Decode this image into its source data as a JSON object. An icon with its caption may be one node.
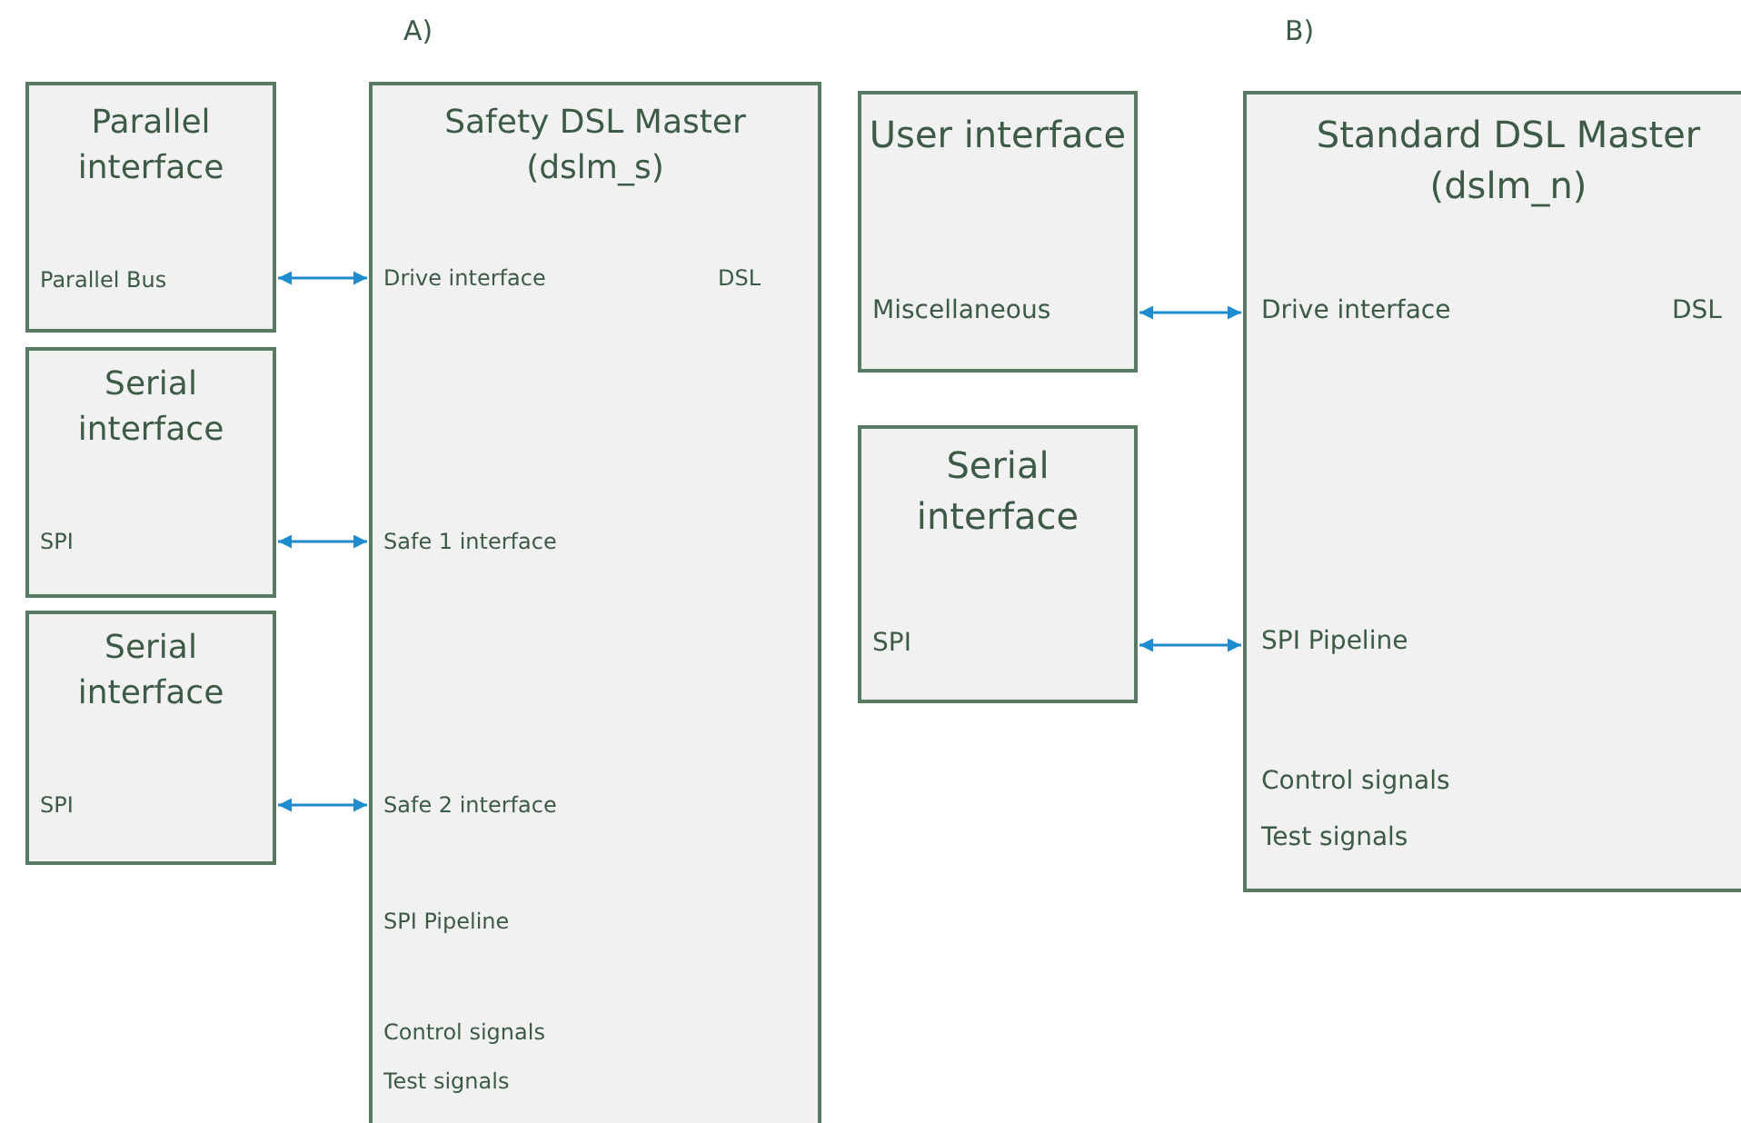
{
  "diagram": {
    "nodes": [
      {
        "text": [
          "Parallel interface",
          "Parallel Bus"
        ]
      },
      {
        "text": [
          "Serial interface",
          "SPI"
        ]
      },
      {
        "text": [
          "Serial interface",
          "SPI"
        ]
      },
      {
        "text": [
          "Safety DSL Master (dslm_s)",
          "Drive interface",
          "DSL",
          "Safe 1 interface",
          "Safe 2 interface",
          "SPI Pipeline",
          "Control signals",
          "Test signals"
        ]
      },
      {
        "text": [
          "User interface",
          "Miscellaneous"
        ]
      },
      {
        "text": [
          "Serial interface",
          "SPI"
        ]
      },
      {
        "text": [
          "Standard DSL Master (dslm_n)",
          "Drive interface",
          "DSL",
          "SPI Pipeline",
          "Control signals",
          "Test signals"
        ]
      }
    ],
    "edges": [
      {
        "from": 0,
        "to": 3,
        "arrow": "both"
      },
      {
        "from": 1,
        "to": 3,
        "arrow": "both"
      },
      {
        "from": 2,
        "to": 3,
        "arrow": "both"
      },
      {
        "from": 4,
        "to": 6,
        "arrow": "both"
      },
      {
        "from": 5,
        "to": 6,
        "arrow": "both"
      }
    ],
    "labels": [
      "A)",
      "B)"
    ]
  }
}
